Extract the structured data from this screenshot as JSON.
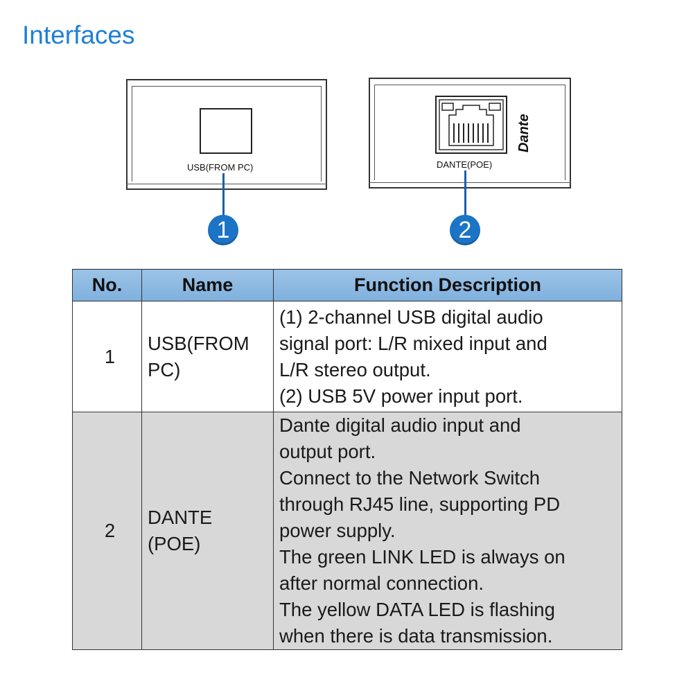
{
  "page": {
    "title": "Interfaces"
  },
  "device1": {
    "port_label": "USB(FROM PC)",
    "badge": "1"
  },
  "device2": {
    "port_label": "DANTE(POE)",
    "badge": "2",
    "logo_text": "Dante"
  },
  "colors": {
    "accent": "#1f7fd6",
    "badge": "#1b74c6",
    "header_bg": "#8bb8e2",
    "row_alt": "#d8d8d8"
  },
  "table": {
    "headers": [
      "No.",
      "Name",
      "Function Description"
    ],
    "rows": [
      {
        "no": "1",
        "name_lines": [
          "USB(FROM",
          "PC)"
        ],
        "desc_lines": [
          "(1) 2-channel USB digital audio",
          "signal port: L/R mixed input and",
          "L/R stereo output.",
          "(2) USB 5V power input port."
        ]
      },
      {
        "no": "2",
        "name_lines": [
          "DANTE",
          "(POE)"
        ],
        "desc_lines": [
          "Dante digital audio input and",
          "output port.",
          "Connect to the Network Switch",
          "through RJ45 line, supporting PD",
          "power supply.",
          "The green LINK LED is always on",
          "after normal connection.",
          "The yellow DATA LED is flashing",
          "when there is data transmission."
        ]
      }
    ]
  }
}
